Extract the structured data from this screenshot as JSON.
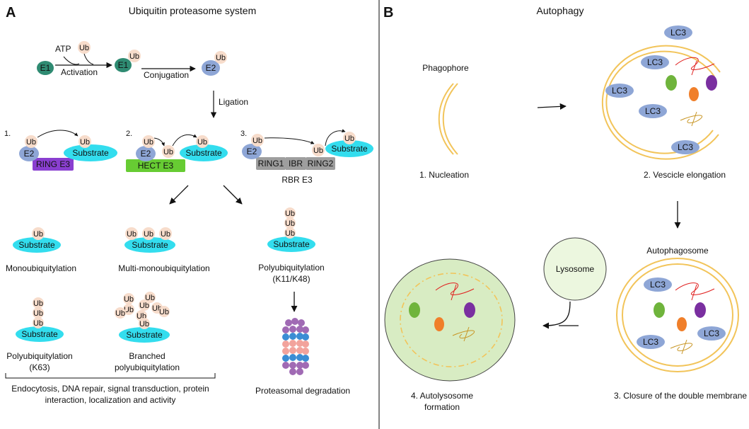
{
  "colors": {
    "e1": "#2f8b72",
    "e2": "#8ea6d6",
    "ub": "#f7dccb",
    "substrate": "#33ddee",
    "ring_e3": "#8a3fd0",
    "hect_e3": "#67cc33",
    "rbr": "#9e9e9e",
    "membrane": "#f2c45a",
    "autolysosome_fill": "#d8ecc3",
    "lysosome_fill": "#ecf7df",
    "lc3": "#8ea6d6",
    "cargo_green": "#6fb43c",
    "cargo_orange": "#f07f2a",
    "cargo_purple": "#7a2fa0",
    "cargo_red_squiggle": "#e0201f",
    "cargo_brown_squiggle": "#c89625"
  },
  "panel_a": {
    "letter": "A",
    "title": "Ubiquitin proteasome system",
    "labels": {
      "atp": "ATP",
      "ub": "Ub",
      "e1": "E1",
      "e2": "E2",
      "activation": "Activation",
      "conjugation": "Conjugation",
      "ligation": "Ligation",
      "num1": "1.",
      "num2": "2.",
      "num3": "3.",
      "substrate": "Substrate",
      "ring_e3": "RING E3",
      "hect_e3": "HECT E3",
      "ring1": "RING1",
      "ibr": "IBR",
      "ring2": "RING2",
      "rbr_e3": "RBR E3"
    },
    "outcomes": {
      "mono": "Monoubiquitylation",
      "multi_mono": "Multi-monoubiquitylation",
      "poly_k11_line1": "Polyubiquitylation",
      "poly_k11_line2": "(K11/K48)",
      "poly_k63_line1": "Polyubiquitylation",
      "poly_k63_line2": "(K63)",
      "branched_line1": "Branched",
      "branched_line2": "polyubiquitylation",
      "functions_line1": "Endocytosis, DNA repair, signal transduction, protein",
      "functions_line2": "interaction, localization and activity",
      "degradation": "Proteasomal degradation"
    }
  },
  "panel_b": {
    "letter": "B",
    "title": "Autophagy",
    "labels": {
      "phagophore": "Phagophore",
      "nucleation": "1. Nucleation",
      "elongation": "2. Vescicle elongation",
      "autophagosome": "Autophagosome",
      "closure": "3. Closure of the double membrane",
      "lysosome": "Lysosome",
      "autolysosome_line1": "4. Autolysosome",
      "autolysosome_line2": "formation",
      "lc3": "LC3"
    }
  }
}
